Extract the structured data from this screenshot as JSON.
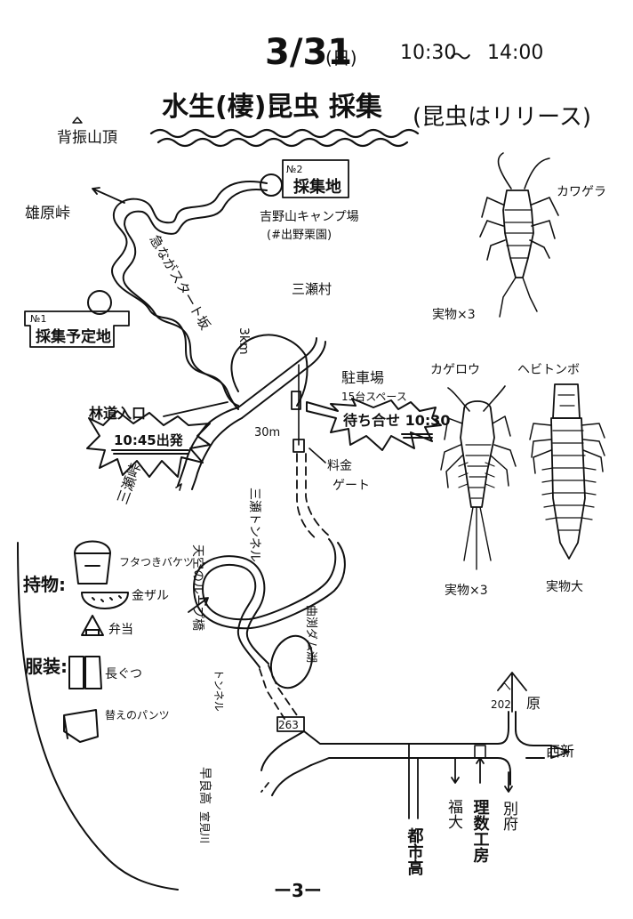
{
  "header": {
    "date": "3/31",
    "weekday": "(日)",
    "time_start": "10:30",
    "time_sep": "〜",
    "time_end": "14:00",
    "title": "水生(棲)昆虫 採集",
    "title_note": "(昆虫はリリース)"
  },
  "places": {
    "summit": "背振山頂",
    "pass_ohara": "雄原峠",
    "site2_no": "№2",
    "site2": "採集地",
    "camp": "吉野山キャンプ場",
    "camp_sub": "(#出野栗園)",
    "mitsuse_village": "三瀬村",
    "site1_no": "№1",
    "site1": "採集予定地",
    "slope": "急ながスタート坂",
    "distance": "3km",
    "forest_entrance": "林道入口",
    "meet_forest": "10:45出発",
    "parking": "駐車場",
    "parking_sub": "15台スペース",
    "meet_parking": "待ち合せ 10:30",
    "distance_30m": "30m",
    "toll_gate_1": "料金",
    "toll_gate_2": "ゲート",
    "mitsuse_pass": "三瀬峠",
    "mitsuse_tunnel": "三瀬トンネル",
    "loop_bridge": "天空のループ橋",
    "lake": "曲渕ダム湖",
    "tunnel": "トンネル",
    "route263": "263",
    "route202": "202",
    "to_kawasaki": "へ",
    "to_hara": "原",
    "nishijin": "西新",
    "sawara_school": "早良高",
    "muroumi_river": "室見川",
    "toshiko": "都市高",
    "fukudai": "福大",
    "rika": "理数工房",
    "beppu": "別府"
  },
  "belongings": {
    "heading": "持物:",
    "items": [
      "フタつきバケツ",
      "金ザル",
      "弁当"
    ],
    "clothing_heading": "服装:",
    "clothing": [
      "長ぐつ",
      "替えのパンツ"
    ]
  },
  "insects": [
    {
      "name": "カワゲラ",
      "size": "実物×3"
    },
    {
      "name": "カゲロウ",
      "size": "実物×3"
    },
    {
      "name": "ヘビトンボ",
      "size": "実物大"
    }
  ],
  "page_number": "ー3ー"
}
